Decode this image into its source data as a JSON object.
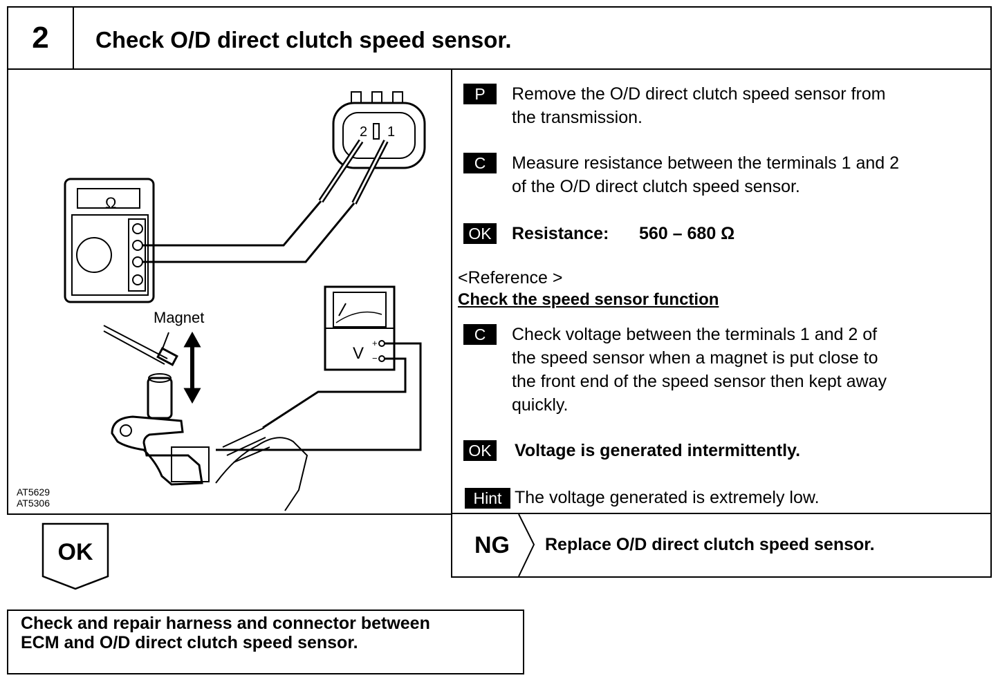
{
  "header": {
    "step_number": "2",
    "title": "Check O/D direct clutch speed sensor."
  },
  "figure": {
    "ohm_symbol": "Ω",
    "connector_terminal_2": "2",
    "connector_terminal_1": "1",
    "magnet_label": "Magnet",
    "voltmeter_label": "V",
    "plus": "+",
    "minus": "−",
    "codes": [
      "AT5629",
      "AT5306"
    ]
  },
  "steps": {
    "p_badge": "P",
    "p_text_1": "Remove the O/D direct clutch speed sensor from",
    "p_text_2": "the transmission.",
    "c1_badge": "C",
    "c1_text_1": "Measure resistance between the terminals 1 and 2",
    "c1_text_2": "of the O/D direct clutch speed sensor.",
    "ok1_badge": "OK",
    "ok1_label": "Resistance:",
    "ok1_value": "560 – 680 Ω",
    "reference": "<Reference >",
    "reference_title": "Check the speed sensor function",
    "c2_badge": "C",
    "c2_text_1": "Check voltage between the terminals 1 and 2 of",
    "c2_text_2": "the speed sensor when a magnet is put close to",
    "c2_text_3": "the front end of the speed sensor then kept away",
    "c2_text_4": "quickly.",
    "ok2_badge": "OK",
    "ok2_text": "Voltage is generated intermittently.",
    "hint_badge": "Hint",
    "hint_text": "The voltage generated is extremely low."
  },
  "flow": {
    "ok_label": "OK",
    "ng_label": "NG",
    "ng_action": "Replace O/D direct clutch speed sensor.",
    "ok_action_1": "Check and repair harness and connector between",
    "ok_action_2": "ECM and O/D direct clutch speed sensor."
  }
}
